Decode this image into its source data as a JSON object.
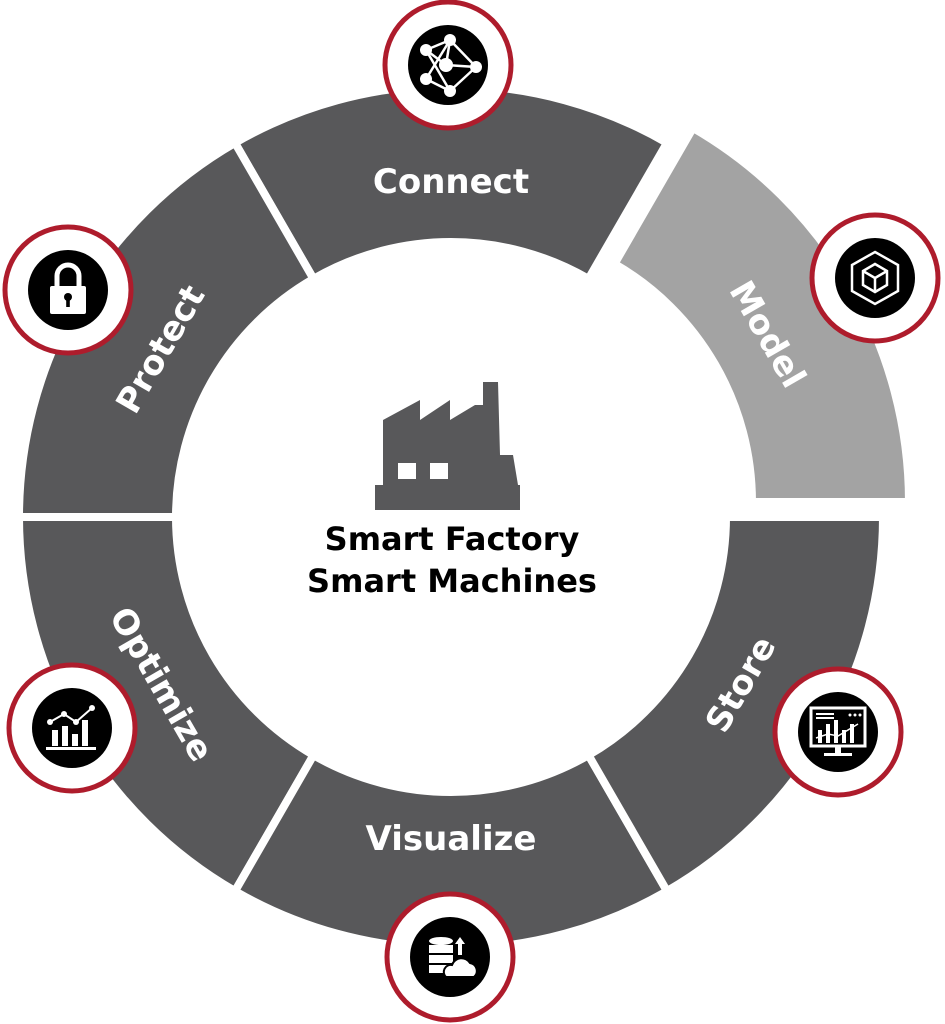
{
  "center": {
    "line1": "Smart Factory",
    "line2": "Smart Machines",
    "icon": "factory-icon"
  },
  "segments": [
    {
      "label": "Model",
      "icon": "cube-model-icon",
      "highlighted": true
    },
    {
      "label": "Connect",
      "icon": "network-nodes-icon",
      "highlighted": false
    },
    {
      "label": "Protect",
      "icon": "padlock-icon",
      "highlighted": false
    },
    {
      "label": "Optimize",
      "icon": "bar-chart-trend-icon",
      "highlighted": false
    },
    {
      "label": "Visualize",
      "icon": "monitor-dashboard-icon",
      "highlighted": false
    },
    {
      "label": "Store",
      "icon": "database-cloud-icon",
      "highlighted": false
    }
  ],
  "colors": {
    "segment": "#58585a",
    "highlight": "#a3a3a3",
    "ring": "#ae1c2c",
    "icon_bg": "#000000"
  }
}
